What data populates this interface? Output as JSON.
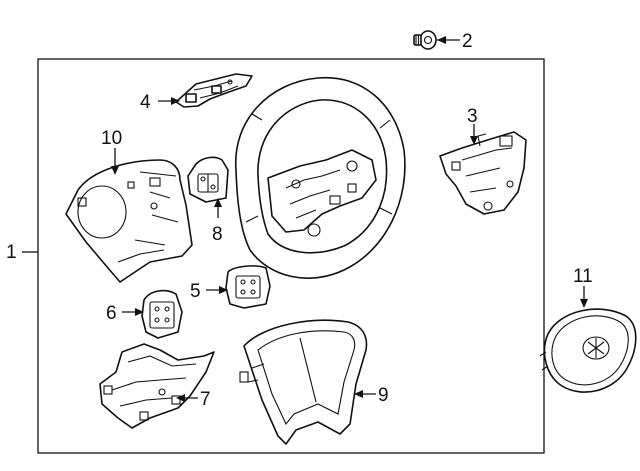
{
  "callouts": [
    "1",
    "2",
    "3",
    "4",
    "5",
    "6",
    "7",
    "8",
    "9",
    "10",
    "11"
  ],
  "parts": [
    {
      "id": "1",
      "icon": "steering-wheel-assembly-icon"
    },
    {
      "id": "2",
      "icon": "screw-icon"
    },
    {
      "id": "3",
      "icon": "bracket-icon"
    },
    {
      "id": "4",
      "icon": "trim-bracket-icon"
    },
    {
      "id": "5",
      "icon": "switch-icon"
    },
    {
      "id": "6",
      "icon": "switch-icon"
    },
    {
      "id": "7",
      "icon": "frame-bracket-icon"
    },
    {
      "id": "8",
      "icon": "switch-icon"
    },
    {
      "id": "9",
      "icon": "trim-cover-icon"
    },
    {
      "id": "10",
      "icon": "lower-cover-icon"
    },
    {
      "id": "11",
      "icon": "airbag-module-icon"
    }
  ]
}
